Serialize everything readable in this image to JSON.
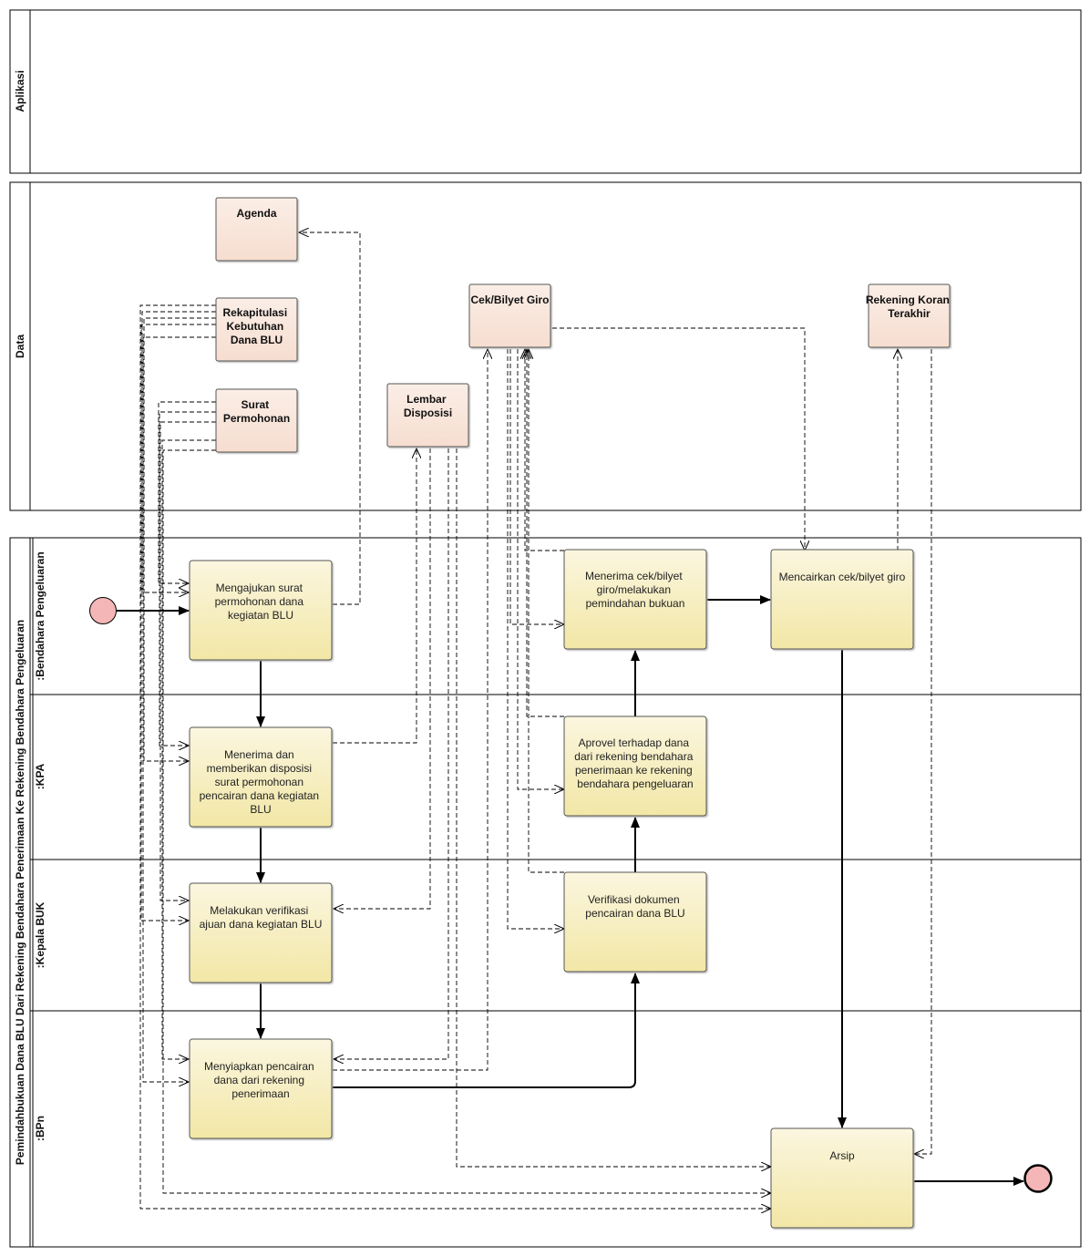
{
  "lanes": {
    "aplikasi": "Aplikasi",
    "data": "Data",
    "pool": "Pemindahbukuan Dana BLU Dari Rekening Bendahara Penerimaan Ke Rekening Bendahara Pengeluaran",
    "bendahara": ":Bendahara Pengeluaran",
    "kpa": ":KPA",
    "kepala_buk": ":Kepala BUK",
    "bpn": ":BPn"
  },
  "data_objects": {
    "agenda": [
      "Agenda"
    ],
    "rekapitulasi": [
      "Rekapitulasi",
      "Kebutuhan",
      "Dana BLU"
    ],
    "surat": [
      "Surat",
      "Permohonan"
    ],
    "lembar": [
      "Lembar",
      "Disposisi"
    ],
    "cek": [
      "Cek/Bilyet Giro"
    ],
    "rekening_koran": [
      "Rekening Koran",
      "Terakhir"
    ]
  },
  "tasks": {
    "mengajukan": [
      "Mengajukan surat",
      "permohonan dana",
      "kegiatan BLU"
    ],
    "menerima_disposisi": [
      "Menerima dan",
      "memberikan disposisi",
      "surat permohonan",
      "pencairan dana kegiatan",
      "BLU"
    ],
    "verifikasi_ajuan": [
      "Melakukan verifikasi",
      "ajuan dana kegiatan BLU"
    ],
    "menyiapkan": [
      "Menyiapkan pencairan",
      "dana dari rekening",
      "penerimaan"
    ],
    "verifikasi_dokumen": [
      "Verifikasi dokumen",
      "pencairan dana BLU"
    ],
    "aprovel": [
      "Aprovel terhadap dana",
      "dari rekening bendahara",
      "penerimaan ke rekening",
      "bendahara pengeluaran"
    ],
    "menerima_cek": [
      "Menerima cek/bilyet",
      "giro/melakukan",
      "pemindahan bukuan"
    ],
    "mencairkan": [
      "Mencairkan cek/bilyet giro"
    ],
    "arsip": [
      "Arsip"
    ]
  },
  "colors": {
    "task_fill_top": "#fbf6df",
    "task_fill_bottom": "#f2e7a6",
    "data_fill_top": "#fbeee6",
    "data_fill_bottom": "#f6ddd0",
    "event_fill": "#f4b6b6",
    "line": "#000000"
  },
  "events": {
    "start": "start-event",
    "end": "end-event"
  }
}
